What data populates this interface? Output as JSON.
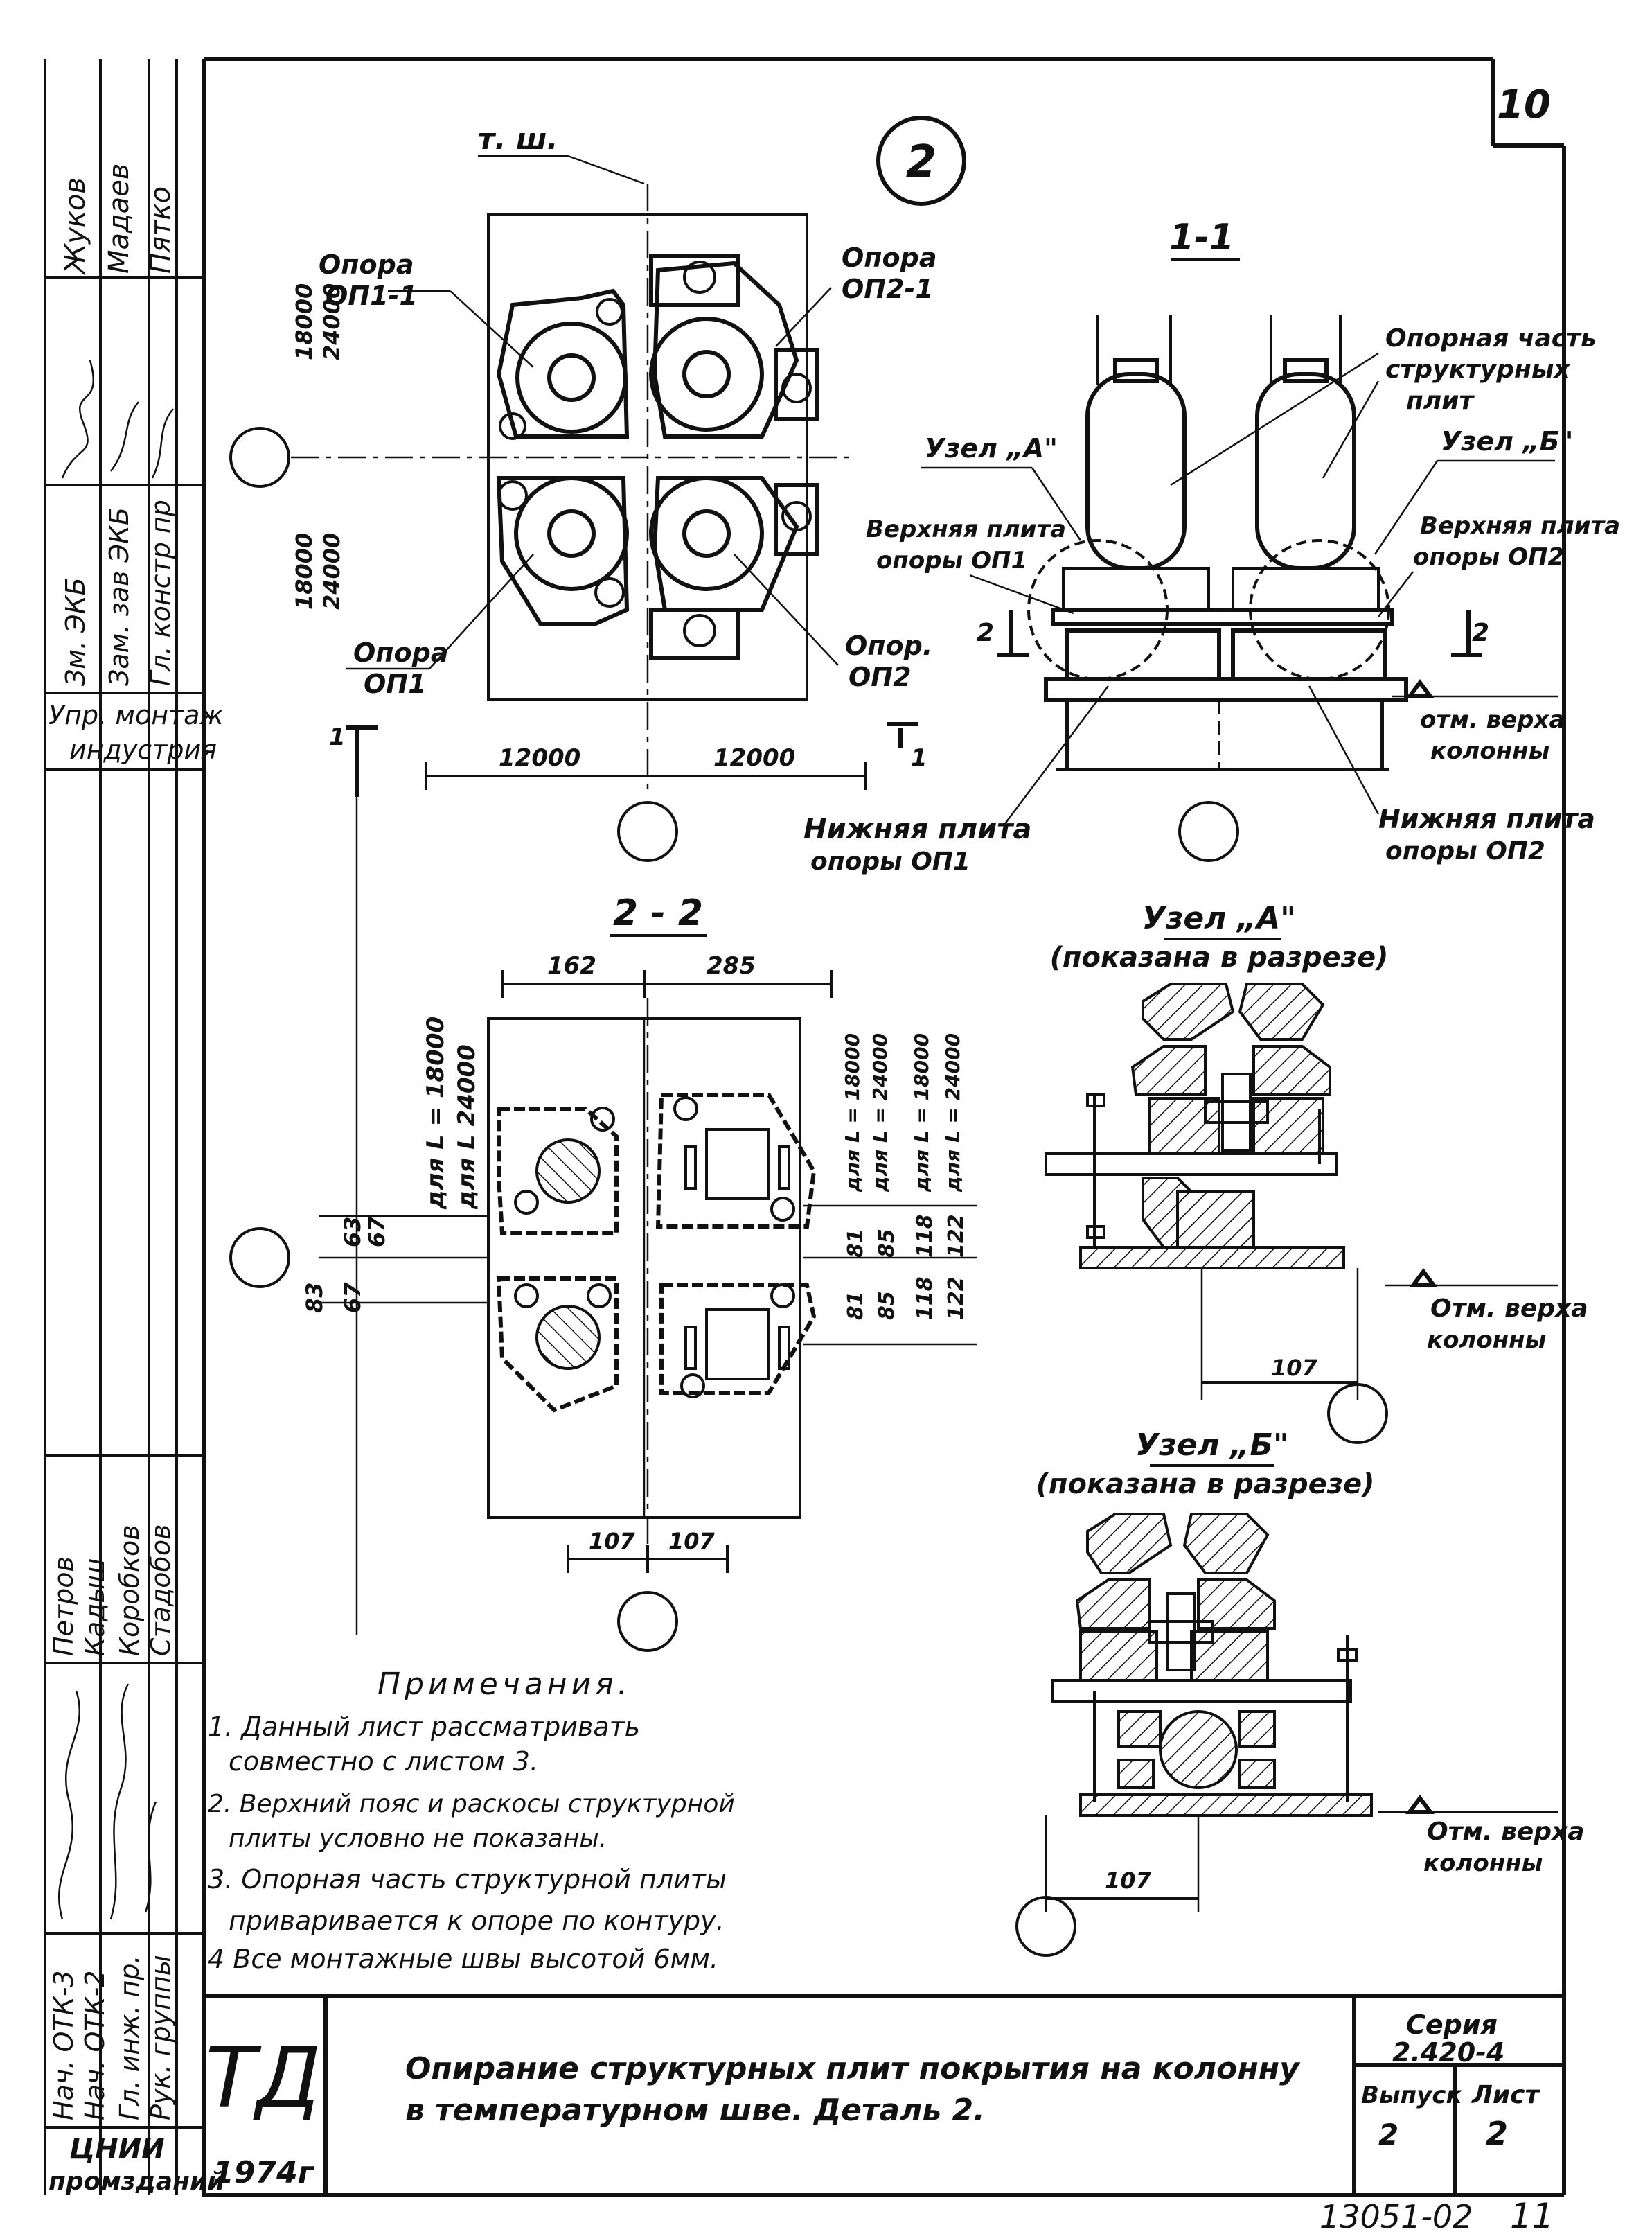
{
  "sheet_corner_number": "10",
  "detail_number": "2",
  "temperature_joint_label": "т. ш.",
  "plan": {
    "support_op1_1": [
      "Опора",
      "ОП1-1"
    ],
    "support_op2_1": [
      "Опора",
      "ОП2-1"
    ],
    "support_op1": [
      "Опора",
      "ОП1"
    ],
    "support_op2": [
      "Опор.",
      "ОП2"
    ],
    "dim_upper_18000": "18000",
    "dim_upper_24000": "24000",
    "dim_lower_18000": "18000",
    "dim_lower_24000": "24000",
    "dim_left_12000": "12000",
    "dim_right_12000": "12000",
    "cut_mark_1": "1",
    "cut_mark_1b": "1"
  },
  "section_1_1": {
    "title": "1-1",
    "bearing_part": [
      "Опорная часть",
      "структурных",
      "плит"
    ],
    "node_a": "Узел „А\"",
    "node_b": "Узел „Б\"",
    "top_plate_op1": [
      "Верхняя плита",
      "опоры ОП1"
    ],
    "top_plate_op2": [
      "Верхняя плита",
      "опоры ОП2"
    ],
    "column_top_mark": [
      "отм. верха",
      "колонны"
    ],
    "bottom_plate_op1": [
      "Нижняя плита",
      "опоры ОП1"
    ],
    "bottom_plate_op2": [
      "Нижняя плита",
      "опоры ОП2"
    ],
    "cut_2_left": "2",
    "cut_2_right": "2"
  },
  "section_2_2": {
    "title": "2 - 2",
    "dim_162": "162",
    "dim_285": "285",
    "for_L_18000_a": "для L = 18000",
    "for_L_24000_a": "для L   24000",
    "for_L_18000_b": "для L = 18000",
    "for_L_24000_b": "для L = 24000",
    "for_L_18000_c": "для L = 18000",
    "for_L_24000_c": "для L = 24000",
    "dims_left": [
      "83",
      "63",
      "67",
      "67"
    ],
    "dims_right": [
      "81",
      "85",
      "118",
      "122",
      "81",
      "85",
      "118",
      "122"
    ],
    "dim_bottom_107a": "107",
    "dim_bottom_107b": "107"
  },
  "node_a_detail": {
    "title": "Узел „А\"",
    "subtitle": "(показана в разрезе)",
    "dim": "107",
    "mark": [
      "Отм. верха",
      "колонны"
    ]
  },
  "node_b_detail": {
    "title": "Узел „Б\"",
    "subtitle": "(показана в разрезе)",
    "dim": "107",
    "mark": [
      "Отм. верха",
      "колонны"
    ]
  },
  "notes": {
    "heading": "Примечания.",
    "items": [
      "1. Данный лист рассматривать",
      "совместно с листом 3.",
      "2. Верхний пояс и раскосы структурной",
      "плиты условно не показаны.",
      "3. Опорная часть структурной плиты",
      "приваривается к опоре по контуру.",
      "4 Все монтажные швы высотой 6мм."
    ]
  },
  "left_strip": {
    "names_top": [
      "Жуков",
      "Мадаев",
      "Пятко"
    ],
    "roles_top": [
      "Зм. ЭКБ",
      "Зам. зав ЭКБ",
      "Гл. констр пр"
    ],
    "org": [
      "Упр. монтаж",
      "индустрия"
    ],
    "names_bottom": [
      "Петров",
      "Кадыш",
      "Коробков",
      "Стадобов"
    ],
    "roles_bottom": [
      "Нач. ОТК-3",
      "Нач. ОТК-2",
      "Гл. инж. пр.",
      "Рук. группы"
    ],
    "institute": [
      "ЦНИИ",
      "промзданий"
    ]
  },
  "title_block": {
    "logo": "ТД",
    "year": "1974г",
    "title_line1": "Опирание структурных плит покрытия на колонну",
    "title_line2": "в температурном шве.    Деталь 2.",
    "series_label": "Серия",
    "series_value": "2.420-4",
    "issue_label": "Выпуск",
    "issue_value": "2",
    "sheet_label": "Лист",
    "sheet_value": "2"
  },
  "footer_code": "13051-02",
  "footer_page": "11"
}
